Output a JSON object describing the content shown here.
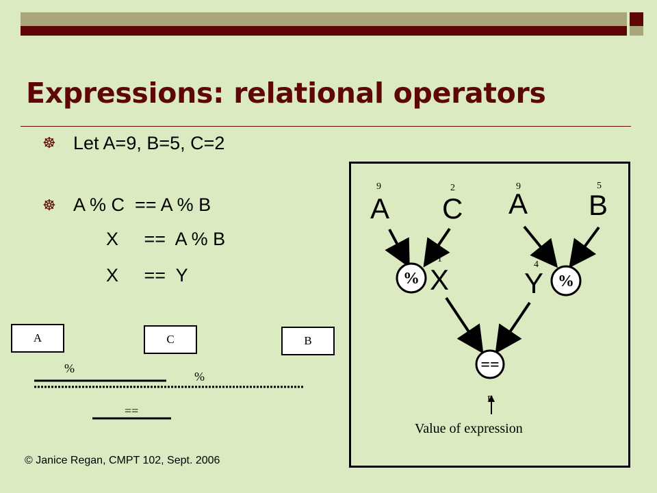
{
  "slide": {
    "title": "Expressions: relational operators",
    "bullet_symbol": "☸",
    "bullets": [
      "Let A=9, B=5, C=2",
      "A % C  == A % B"
    ],
    "continuation_lines": [
      "X     ==  A % B",
      "X     ==  Y"
    ],
    "footer": "© Janice Regan, CMPT 102, Sept. 2006"
  },
  "sketch": {
    "boxes": [
      "A",
      "C",
      "B"
    ],
    "operator_left": "%",
    "operator_right": "%",
    "operator_bottom": "=="
  },
  "tree": {
    "leaves": [
      {
        "name": "A",
        "value": "9"
      },
      {
        "name": "C",
        "value": "2"
      },
      {
        "name": "A",
        "value": "9"
      },
      {
        "name": "B",
        "value": "5"
      }
    ],
    "left_op": "%",
    "right_op": "%",
    "result_left": {
      "name": "X",
      "value": "1"
    },
    "result_right": {
      "name": "Y",
      "value": "4"
    },
    "compare_op": "==",
    "final_value": "F",
    "caption": "Value of expression"
  }
}
